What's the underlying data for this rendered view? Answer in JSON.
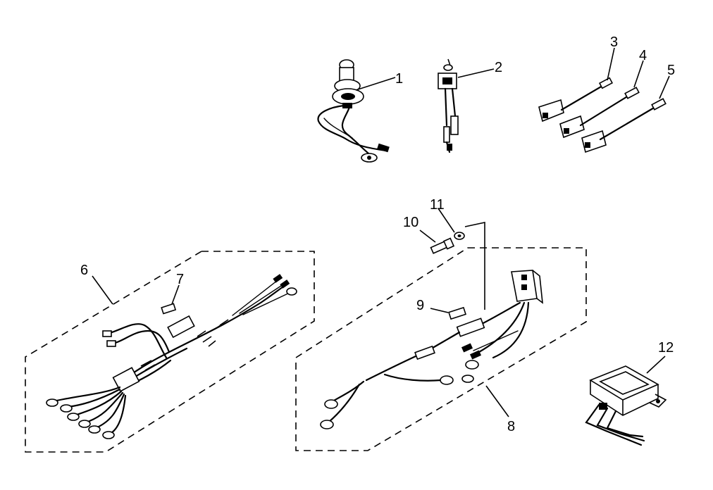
{
  "parts": {
    "p1": "1",
    "p2": "2",
    "p3": "3",
    "p4": "4",
    "p5": "5",
    "p6": "6",
    "p7": "7",
    "p8": "8",
    "p9": "9",
    "p10": "10",
    "p11": "11",
    "p12": "12"
  }
}
